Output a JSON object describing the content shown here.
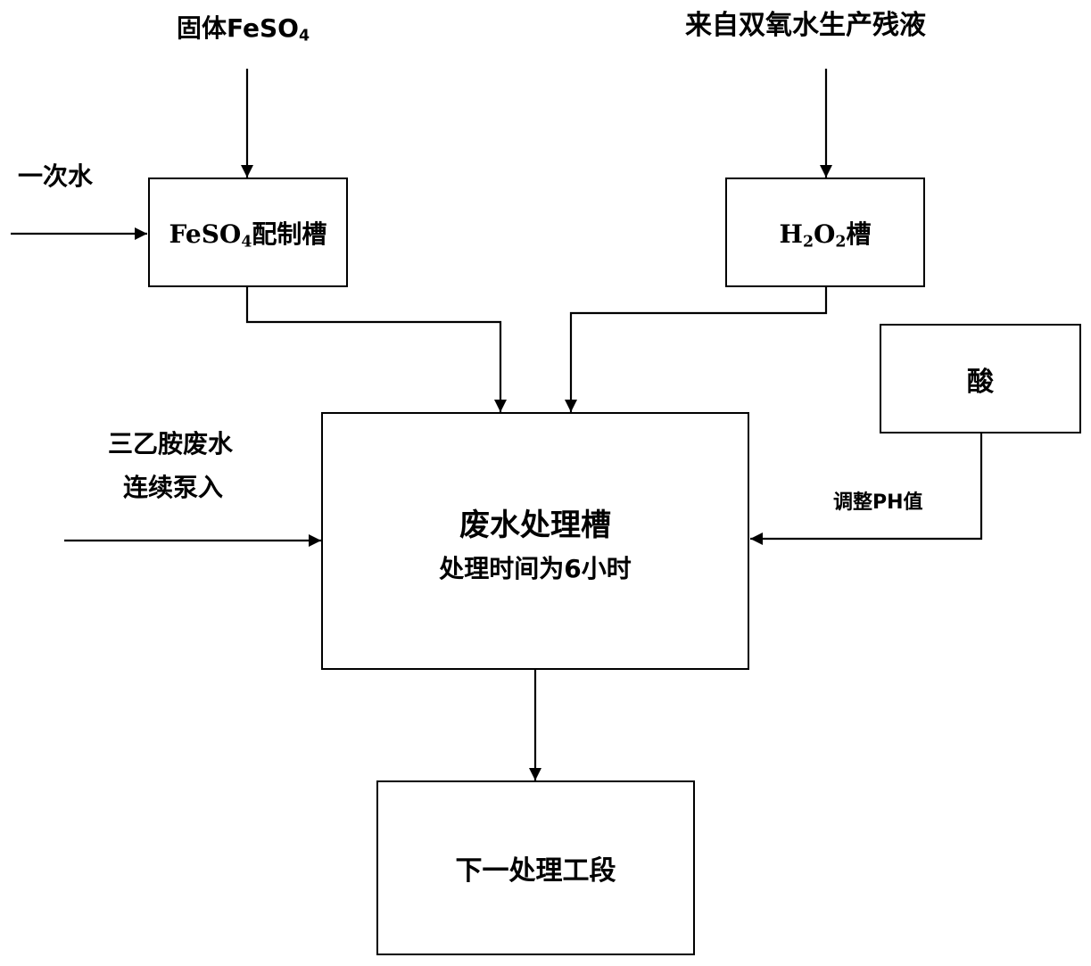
{
  "inputs": {
    "solid_feso4": {
      "text": "固体FeSO",
      "sub": "4"
    },
    "primary_water": "一次水",
    "h2o2_source": "来自双氧水生产残液",
    "tea_wastewater_line1": "三乙胺废水",
    "tea_wastewater_line2": "连续泵入",
    "adjust_ph": "调整PH值"
  },
  "boxes": {
    "feso4_tank": {
      "prefix": "FeSO",
      "sub": "4",
      "suffix": "配制槽"
    },
    "h2o2_tank": {
      "p1": "H",
      "s1": "2",
      "p2": "O",
      "s2": "2",
      "suffix": "槽"
    },
    "acid": "酸",
    "treatment_tank": {
      "title": "废水处理槽",
      "subtitle": "处理时间为6小时"
    },
    "next_stage": "下一处理工段"
  },
  "colors": {
    "line": "#000000",
    "background": "#ffffff"
  }
}
